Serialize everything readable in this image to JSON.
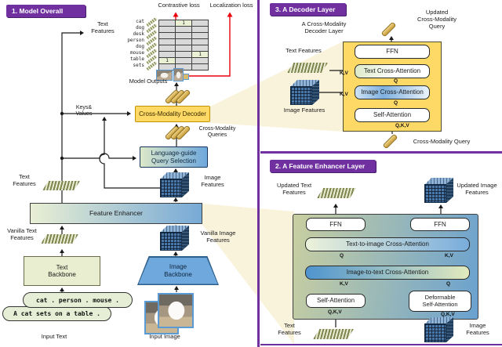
{
  "colors": {
    "accent_purple": "#7030A0",
    "gold_box": "#FFD966",
    "gold_border": "#BF9000",
    "steel_blue": "#6FA8DC",
    "pale_green": "#E6EFD5",
    "loss_red": "#E8000D",
    "cone_beige": "#FAF3DC",
    "cube_blue": "#4877A8"
  },
  "ports": {
    "q": "Q",
    "kv": "K,V",
    "qkv": "Q,K,V"
  },
  "overall": {
    "badge": "1. Model Overall",
    "contrastive_loss": "Contrastive loss",
    "localization_loss": "Localization loss",
    "text_features_top": "Text\nFeatures",
    "matrix": {
      "row_labels": [
        "cat",
        "dog",
        "desk",
        "person",
        "dog",
        "mouse",
        "table",
        "sets"
      ],
      "columns": 3,
      "ones": [
        [
          0,
          1
        ],
        [
          5,
          2
        ],
        [
          6,
          0
        ]
      ],
      "cell_value": "1"
    },
    "model_outputs": "Model Outputs",
    "keys_values": "Keys&\nValues",
    "decoder": "Cross-Modality Decoder",
    "cross_modality_queries": "Cross-Modality\nQueries",
    "query_selection": "Language-guide\nQuery Selection",
    "image_features": "Image\nFeatures",
    "text_features": "Text\nFeatures",
    "feature_enhancer": "Feature Enhancer",
    "vanilla_text_features": "Vanilla Text\nFeatures",
    "vanilla_image_features": "Vanilla Image\nFeatures",
    "text_backbone": "Text\nBackbone",
    "image_backbone": "Image\nBackbone",
    "prompt_primary": "cat . person . mouse .",
    "prompt_secondary": "A cat sets on a table .",
    "input_text": "Input Text",
    "input_image": "Input Image"
  },
  "decoder_panel": {
    "badge": "3. A Decoder Layer",
    "layer_caption": "A Cross-Modality\nDecoder Layer",
    "updated_query": "Updated\nCross-Modality\nQuery",
    "text_features": "Text Features",
    "image_features": "Image Features",
    "ffn": "FFN",
    "text_cross_attention": "Text Cross-Attention",
    "image_cross_attention": "Image Cross-Attention",
    "self_attention": "Self-Attention",
    "cross_modality_query": "Cross-Modality Query"
  },
  "enhancer_panel": {
    "badge": "2. A Feature Enhancer Layer",
    "updated_text_features": "Updated Text\nFeatures",
    "updated_image_features": "Updated Image\nFeatures",
    "ffn": "FFN",
    "text_to_image": "Text-to-image Cross-Attention",
    "image_to_text": "Image-to-text Cross-Attention",
    "self_attention": "Self-Attention",
    "deformable_self_attention": "Deformable\nSelf-Attention",
    "text_features": "Text\nFeatures",
    "image_features": "Image\nFeatures"
  }
}
